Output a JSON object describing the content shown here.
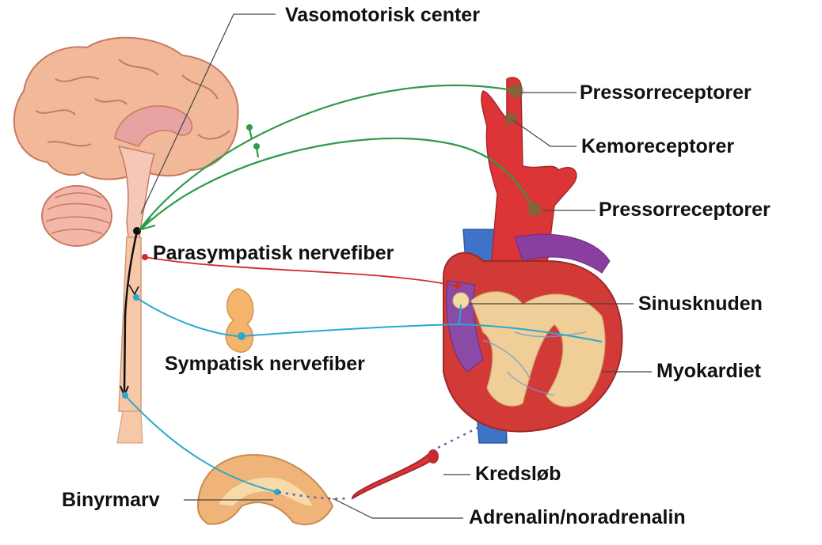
{
  "labels": {
    "vasomotor_center": "Vasomotorisk  center",
    "pressoreceptors_carotid": "Pressorreceptorer",
    "chemoreceptors": "Kemoreceptorer",
    "pressoreceptors_aortic": "Pressorreceptorer",
    "parasympathetic_fiber": "Parasympatisk nervefiber",
    "sinus_node": "Sinusknuden",
    "sympathetic_fiber": "Sympatisk nervefiber",
    "myocardium": "Myokardiet",
    "circulation": "Kredsløb",
    "adrenal_medulla": "Binyrmarv",
    "hormones": "Adrenalin/noradrenalin"
  },
  "colors": {
    "afferent_green": "#2e9a4a",
    "parasympathetic_red": "#d42a2a",
    "sympathetic_blue": "#2aa8cf",
    "brain_pink": "#f2b59a",
    "heart_red": "#d7363a",
    "vein_blue": "#3f73c8",
    "fat_yellow": "#f2dca0",
    "adrenal_orange": "#f0b479"
  }
}
